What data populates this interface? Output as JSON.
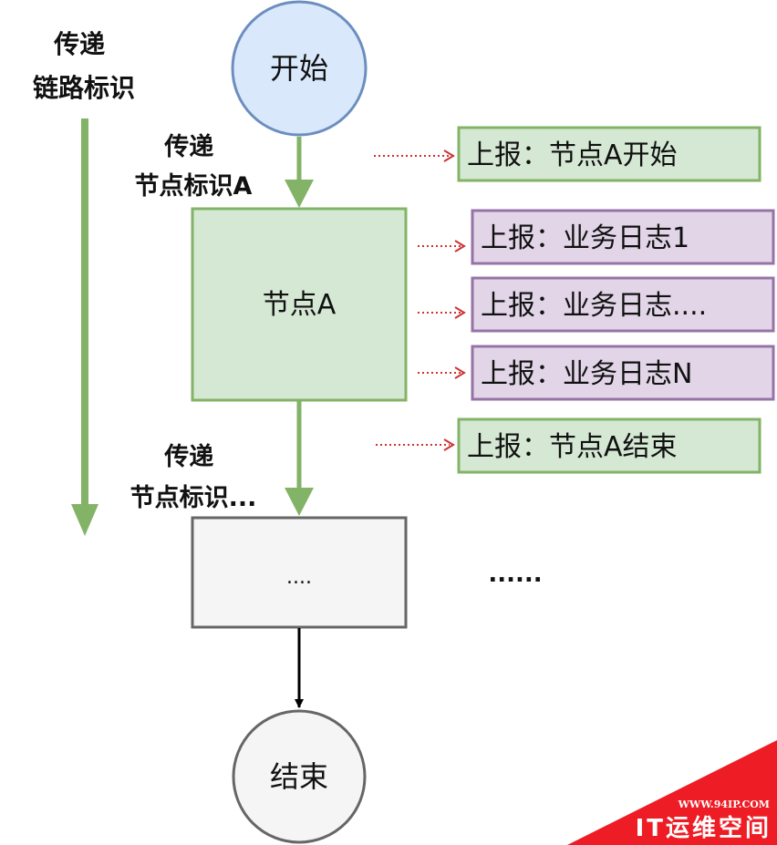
{
  "diagram": {
    "side_label": {
      "line1": "传递",
      "line2": "链路标识"
    },
    "start_node": {
      "label": "开始"
    },
    "top_edge_label": {
      "line1": "传递",
      "line2": "节点标识A"
    },
    "node_a": {
      "label": "节点A"
    },
    "bottom_edge_label": {
      "line1": "传递",
      "line2": "节点标识..."
    },
    "next_node": {
      "label": "...."
    },
    "ellipsis": "......",
    "end_node": {
      "label": "结束"
    },
    "reports": {
      "node_start": "上报：节点A开始",
      "log_1": "上报：业务日志1",
      "log_etc": "上报：业务日志....",
      "log_n": "上报：业务日志N",
      "node_end": "上报：节点A结束"
    }
  },
  "watermark": {
    "url": "WWW.94IP.COM",
    "brand": "IT运维空间"
  },
  "colors": {
    "green_arrow": "#82b366",
    "start_fill": "#dae8fc",
    "start_stroke": "#6c8ebf",
    "green_fill": "#d5e8d4",
    "purple_fill": "#e1d5e7",
    "purple_stroke": "#9673a6",
    "gray_fill": "#f5f5f5",
    "gray_stroke": "#666666",
    "red_dotted": "#cc3333",
    "watermark_red": "#ee1c24"
  }
}
